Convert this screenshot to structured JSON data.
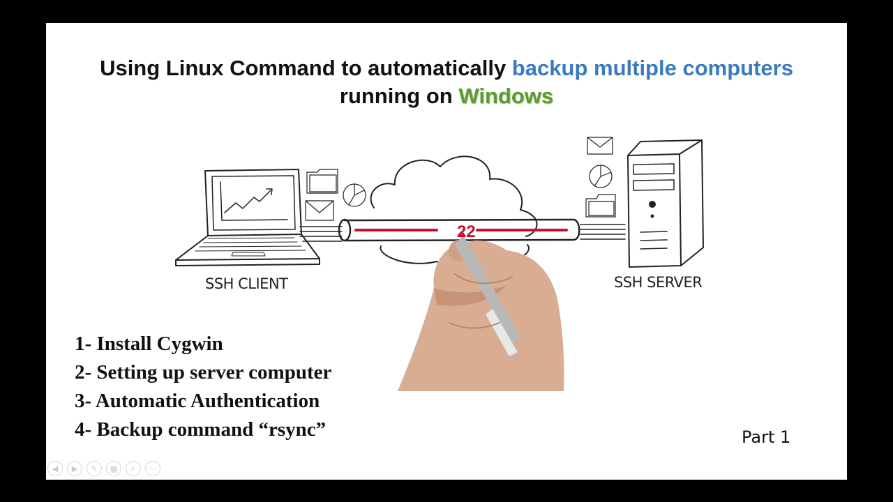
{
  "title": {
    "line1_plain": "Using Linux Command to automatically ",
    "line1_highlight": "backup multiple computers",
    "line2_plain": "running on ",
    "line2_highlight": "Windows",
    "highlight_blue": "#3a7bbf",
    "highlight_green": "#5d9a35"
  },
  "diagram": {
    "client_label": "SSH CLIENT",
    "server_label": "SSH SERVER",
    "port_label": "22",
    "tunnel_color": "#c8102e",
    "icons": [
      "laptop-icon",
      "folder-icon",
      "pie-chart-icon",
      "envelope-icon",
      "cloud-icon",
      "tunnel-pipe-icon",
      "server-tower-icon",
      "hand-with-marker-icon"
    ]
  },
  "steps": [
    "1- Install Cygwin",
    "2- Setting up server computer",
    "3- Automatic Authentication",
    "4- Backup command “rsync”"
  ],
  "part_label": "Part 1",
  "player_controls": [
    "previous",
    "next",
    "pen",
    "slides",
    "zoom",
    "more"
  ]
}
